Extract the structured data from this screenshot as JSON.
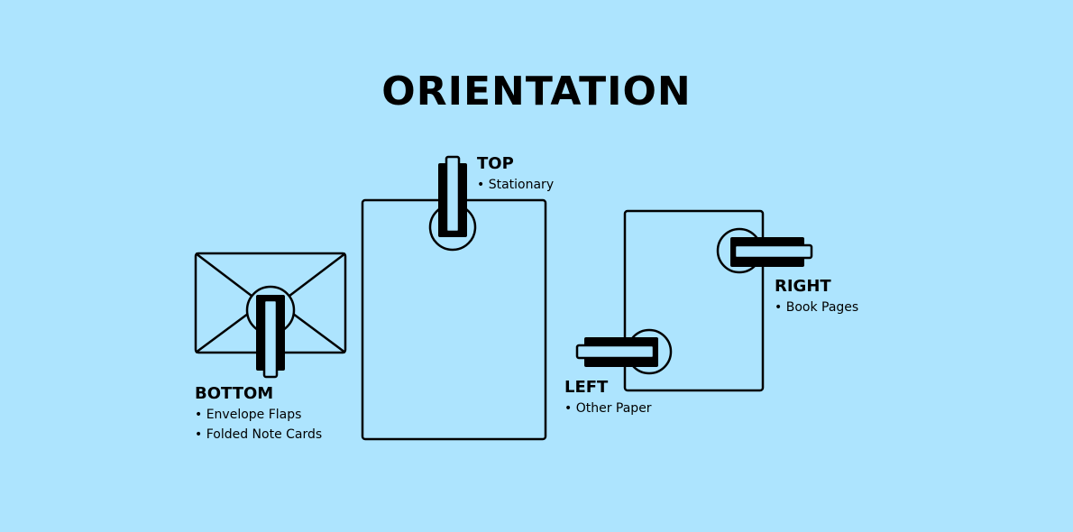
{
  "title": "ORIENTATION",
  "colors": {
    "background": "#ade4fe",
    "line": "#000000"
  },
  "groups": {
    "top": {
      "label": "TOP",
      "items": [
        "• Stationary"
      ]
    },
    "bottom": {
      "label": "BOTTOM",
      "items": [
        "• Envelope Flaps",
        "• Folded Note Cards"
      ]
    },
    "left": {
      "label": "LEFT",
      "items": [
        "• Other Paper"
      ]
    },
    "right": {
      "label": "RIGHT",
      "items": [
        "• Book Pages"
      ]
    }
  }
}
